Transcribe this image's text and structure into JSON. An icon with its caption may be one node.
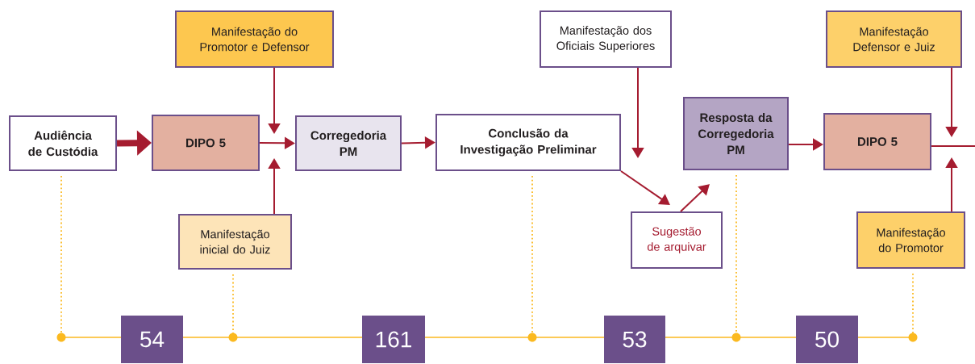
{
  "diagram": {
    "nodes": [
      {
        "text": [
          "Audiência de Custódia"
        ]
      },
      {
        "text": [
          "DIPO 5"
        ]
      },
      {
        "text": [
          "Manifestação do Promotor e Defensor"
        ]
      },
      {
        "text": [
          "Manifestação inicial do Juiz"
        ]
      },
      {
        "text": [
          "Corregedoria PM"
        ]
      },
      {
        "text": [
          "Conclusão da Investigação Preliminar"
        ]
      },
      {
        "text": [
          "Manifestação dos Oficiais Superiores"
        ]
      },
      {
        "text": [
          "Sugestão de arquivar"
        ]
      },
      {
        "text": [
          "Resposta da Corregedoria PM"
        ]
      },
      {
        "text": [
          "DIPO 5"
        ]
      },
      {
        "text": [
          "Manifestação Defensor e Juiz"
        ]
      },
      {
        "text": [
          "Manifestação do Promotor"
        ]
      },
      {
        "text": [
          "54"
        ]
      },
      {
        "text": [
          "161"
        ]
      },
      {
        "text": [
          "53"
        ]
      },
      {
        "text": [
          "50"
        ]
      }
    ],
    "edges": [
      {
        "from": 0,
        "to": 1,
        "arrow": "to",
        "style": "thick"
      },
      {
        "from": 1,
        "to": 4,
        "arrow": "to"
      },
      {
        "from": 2,
        "to": 1,
        "arrow": "to"
      },
      {
        "from": 3,
        "to": 1,
        "arrow": "to"
      },
      {
        "from": 4,
        "to": 5,
        "arrow": "to"
      },
      {
        "from": 6,
        "to": null,
        "arrow": "to"
      },
      {
        "from": 5,
        "to": 7,
        "arrow": "to"
      },
      {
        "from": 7,
        "to": 8,
        "arrow": "to"
      },
      {
        "from": 8,
        "to": 9,
        "arrow": "to"
      },
      {
        "from": 9,
        "to": null,
        "arrow": "none"
      },
      {
        "from": 10,
        "to": null,
        "arrow": "to"
      },
      {
        "from": 11,
        "to": null,
        "arrow": "to"
      }
    ]
  }
}
